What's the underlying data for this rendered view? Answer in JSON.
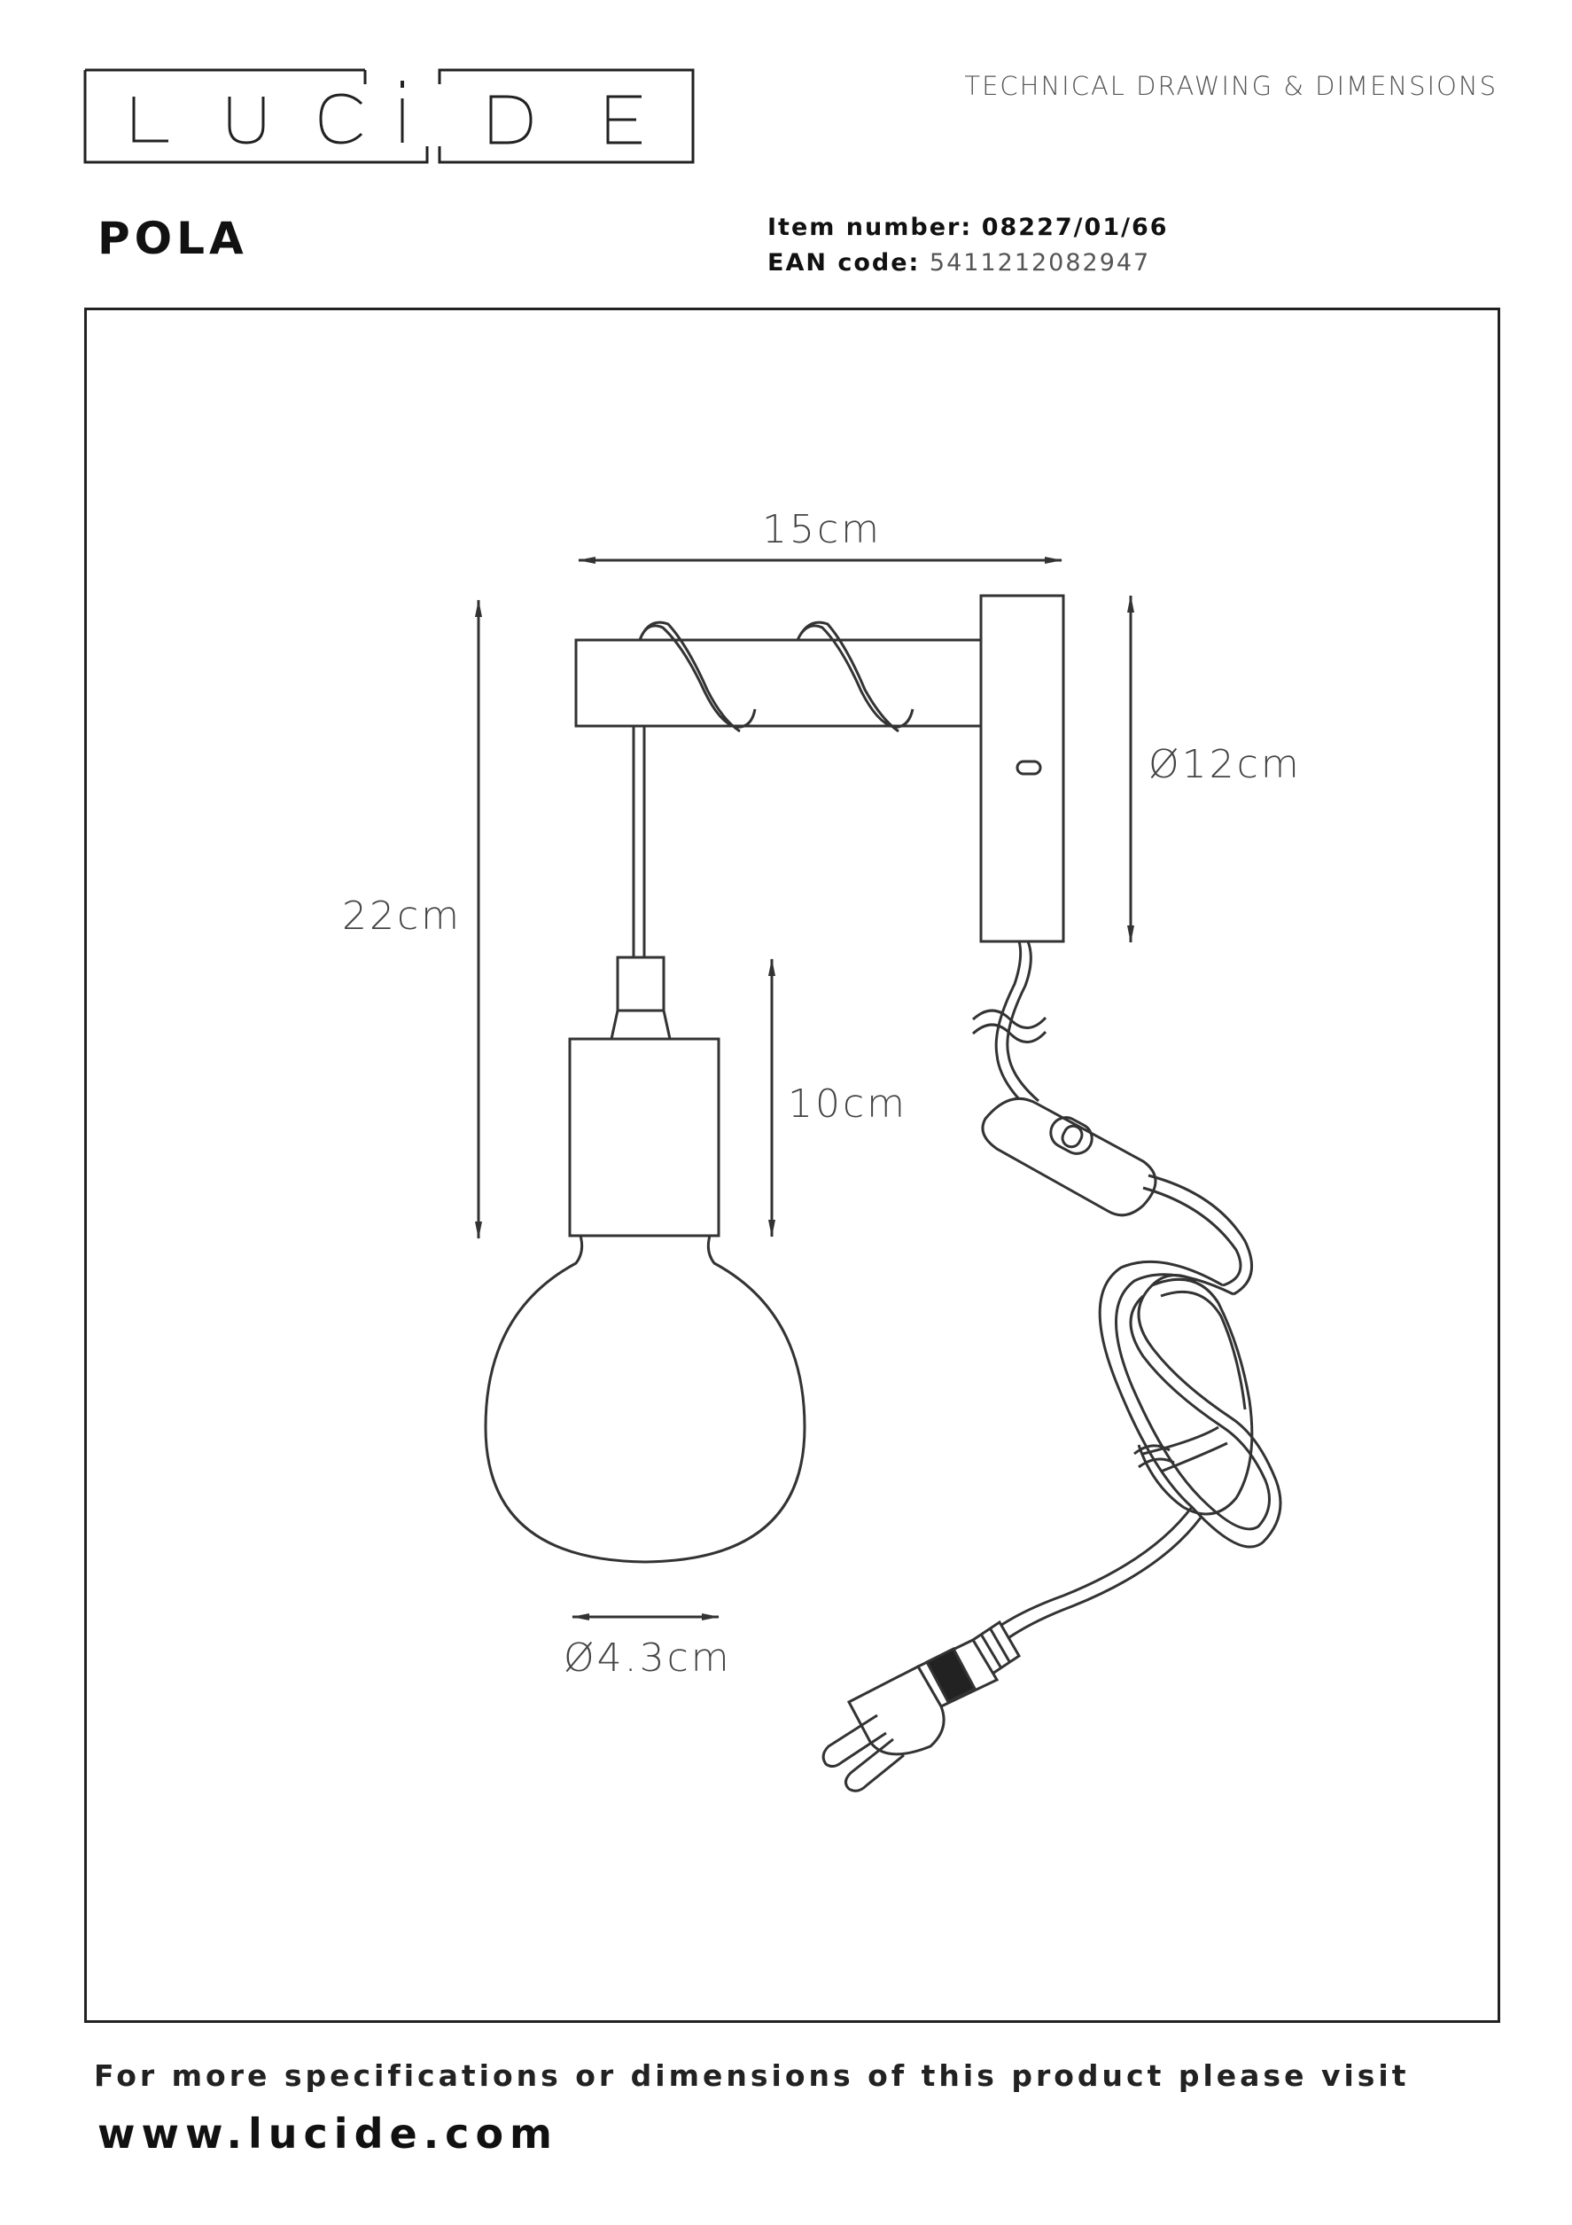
{
  "header": {
    "logo_text": "LUCIDE",
    "document_type": "TECHNICAL DRAWING & DIMENSIONS"
  },
  "product": {
    "name": "POLA",
    "item_number_label": "Item number:",
    "item_number": "08227/01/66",
    "ean_label": "EAN code:",
    "ean": "5411212082947"
  },
  "dimensions": {
    "bracket_width": "15cm",
    "total_height": "22cm",
    "plate_diameter": "Ø12cm",
    "socket_height": "10cm",
    "socket_diameter": "Ø4.3cm"
  },
  "footer": {
    "text": "For more specifications or dimensions of this product please visit",
    "url": "www.lucide.com"
  }
}
